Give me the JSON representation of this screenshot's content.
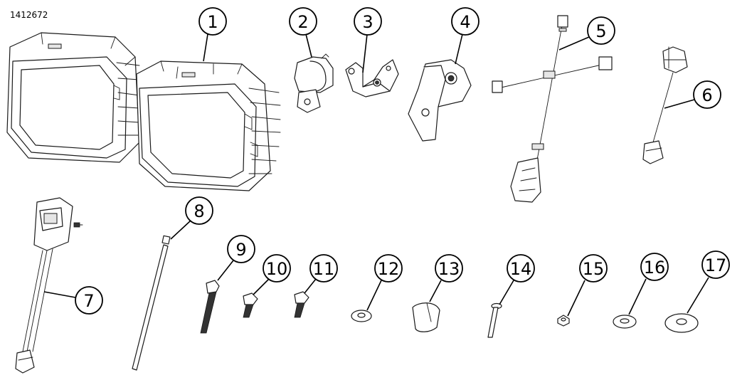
{
  "document_number": "1412672",
  "callouts": [
    {
      "label": "1"
    },
    {
      "label": "2"
    },
    {
      "label": "3"
    },
    {
      "label": "4"
    },
    {
      "label": "5"
    },
    {
      "label": "6"
    },
    {
      "label": "7"
    },
    {
      "label": "8"
    },
    {
      "label": "9"
    },
    {
      "label": "10"
    },
    {
      "label": "11"
    },
    {
      "label": "12"
    },
    {
      "label": "13"
    },
    {
      "label": "14"
    },
    {
      "label": "15"
    },
    {
      "label": "16"
    },
    {
      "label": "17"
    }
  ],
  "colors": {
    "line": "#1a1a1a",
    "background": "#ffffff"
  }
}
